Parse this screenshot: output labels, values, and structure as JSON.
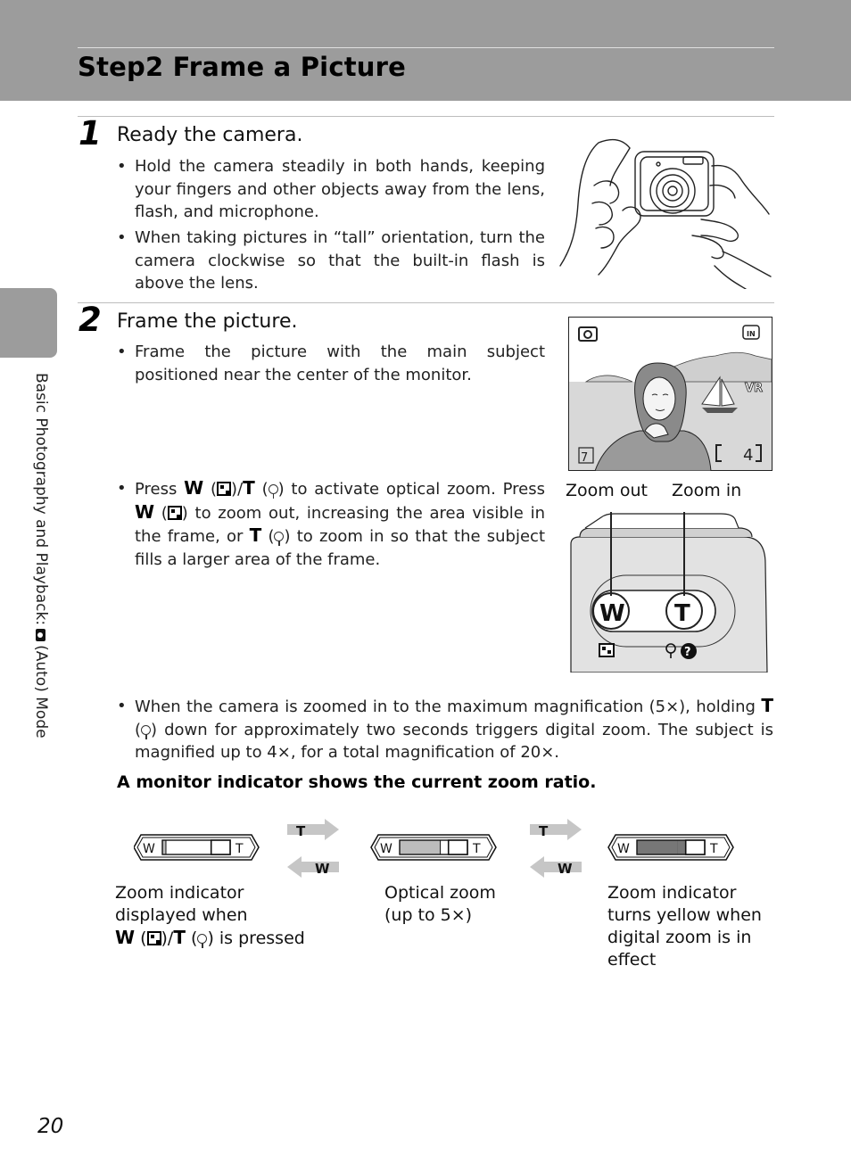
{
  "page_title": "Step2 Frame a Picture",
  "side_tab": {
    "before": "Basic Photography and Playback:",
    "after": "(Auto) Mode"
  },
  "step1": {
    "number": "1",
    "title": "Ready the camera.",
    "bullets": [
      "Hold the camera steadily in both hands, keeping your fingers and other objects away from the lens, flash, and microphone.",
      "When taking pictures in “tall” orientation, turn the camera clockwise so that the built-in flash is above the lens."
    ]
  },
  "step2": {
    "number": "2",
    "title": "Frame the picture.",
    "bullet1": "Frame the picture with the main subject positioned near the center of the monitor.",
    "bullet2": {
      "press": "Press",
      "w": "W",
      "t": "T",
      "p1": "to activate optical zoom. Press",
      "p2": "to zoom out, increasing the area visible in the frame, or",
      "p3": "to zoom in so that the subject fills a larger area of the frame."
    },
    "bullet3": {
      "p1": "When the camera is zoomed in to the maximum magnification (5×), holding",
      "t": "T",
      "p2": "down for approximately two seconds triggers digital zoom. The subject is magnified up to 4×, for a total magnification of 20×."
    },
    "monitor": {
      "counter": "4"
    },
    "zoom_out_label": "Zoom out",
    "zoom_in_label": "Zoom in",
    "button_w": "W",
    "button_t": "T"
  },
  "subhead": "A monitor indicator shows the current zoom ratio.",
  "indicators": [
    {
      "w": "W",
      "t": "T",
      "level": 0.0,
      "state": "initial"
    },
    {
      "w": "W",
      "t": "T",
      "level": 0.6,
      "state": "optical"
    },
    {
      "w": "W",
      "t": "T",
      "level": 0.6,
      "digital": 0.15,
      "state": "digital"
    }
  ],
  "arrows": {
    "t": "T",
    "w": "W"
  },
  "captions": {
    "c1_line1": "Zoom indicator",
    "c1_line2": "displayed when",
    "c1_w": "W",
    "c1_t": "T",
    "c1_end": "is pressed",
    "c2_line1": "Optical zoom",
    "c2_line2": "(up to 5×)",
    "c3_line1": "Zoom indicator",
    "c3_line2": "turns yellow when",
    "c3_line3": "digital zoom is in",
    "c3_line4": "effect"
  },
  "page_number": "20",
  "colors": {
    "header": "#9c9c9c",
    "rule": "#bdbdbd",
    "indicator_fill": "#bcbcbc",
    "indicator_digital": "#777777"
  }
}
